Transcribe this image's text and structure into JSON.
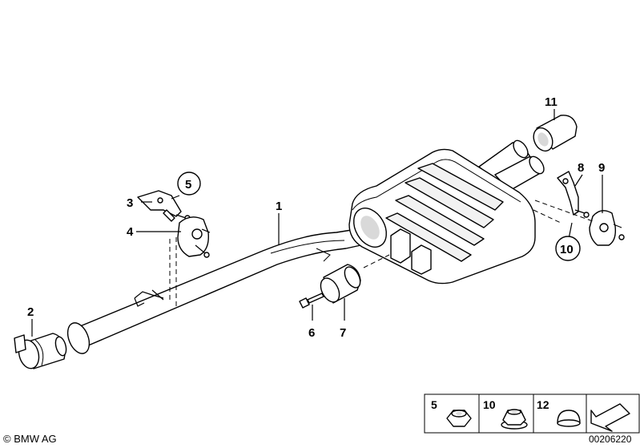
{
  "callouts": {
    "c1": "1",
    "c2": "2",
    "c3": "3",
    "c4": "4",
    "c5": "5",
    "c6": "6",
    "c7": "7",
    "c8": "8",
    "c9": "9",
    "c10": "10",
    "c11": "11"
  },
  "legend": {
    "items": [
      {
        "label": "5"
      },
      {
        "label": "10"
      },
      {
        "label": "12"
      }
    ]
  },
  "footer": {
    "copyright": "© BMW AG",
    "doc_number": "00206220"
  }
}
